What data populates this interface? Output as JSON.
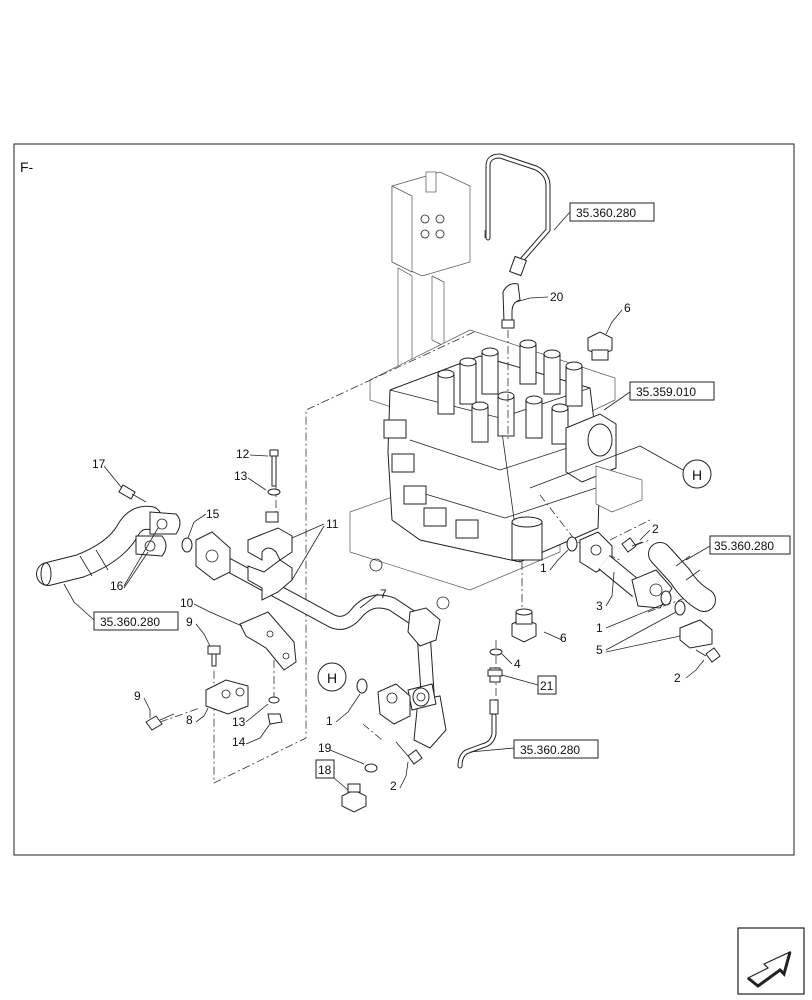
{
  "section_label": "F-",
  "refs": {
    "r1": "35.360.280",
    "r2": "35.359.010",
    "r3": "35.360.280",
    "r4": "35.360.280",
    "r5": "35.360.280"
  },
  "hooks": {
    "h1": "H",
    "h2": "H"
  },
  "boxed": {
    "b18": "18",
    "b21": "21"
  },
  "callouts": {
    "c20": "20",
    "c6a": "6",
    "c6b": "6",
    "c17": "17",
    "c12": "12",
    "c13a": "13",
    "c15": "15",
    "c11": "11",
    "c16": "16",
    "c7": "7",
    "c10": "10",
    "c9a": "9",
    "c9b": "9",
    "c8": "8",
    "c13b": "13",
    "c14": "14",
    "c1a": "1",
    "c19": "19",
    "c2a": "2",
    "c4": "4",
    "c1b": "1",
    "c2b": "2",
    "c3": "3",
    "c1c": "1",
    "c5": "5",
    "c2c": "2"
  }
}
